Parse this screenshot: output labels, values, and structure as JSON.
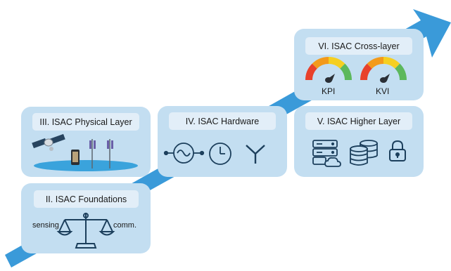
{
  "stages": {
    "foundations": {
      "title": "II. ISAC Foundations",
      "left_label": "sensing",
      "right_label": "comm.",
      "icons": [
        "balance-scale-icon"
      ]
    },
    "physical": {
      "title": "III. ISAC Physical Layer",
      "icons": [
        "satellite-icon",
        "smartphone-icon",
        "antenna-tower-icon",
        "antenna-tower-icon"
      ]
    },
    "hardware": {
      "title": "IV. ISAC Hardware",
      "icons": [
        "oscillator-icon",
        "clock-icon",
        "antenna-icon"
      ]
    },
    "higher": {
      "title": "V. ISAC Higher Layer",
      "icons": [
        "server-cloud-icon",
        "database-icon",
        "padlock-icon"
      ]
    },
    "crosslayer": {
      "title": "VI. ISAC Cross-layer",
      "gauges": [
        {
          "label": "KPI",
          "icon": "gauge-icon"
        },
        {
          "label": "KVI",
          "icon": "gauge-icon"
        }
      ]
    }
  },
  "colors": {
    "arrow": "#3a9ad9",
    "card": "#c3def1",
    "title_box": "#e2eef8",
    "icon_stroke": "#1c3f5c",
    "gauge_red": "#e8412b",
    "gauge_orange": "#f39a1b",
    "gauge_yellow": "#f5cf21",
    "gauge_green": "#5cb85c"
  }
}
